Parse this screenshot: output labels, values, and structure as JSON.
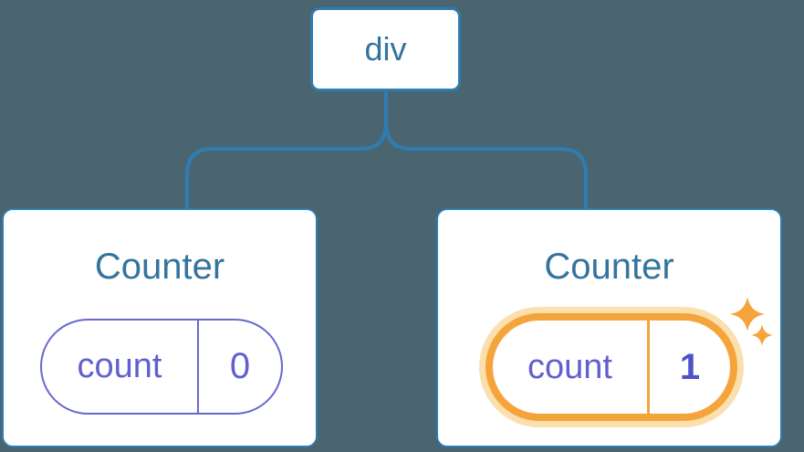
{
  "diagram": {
    "description": "Component tree: a div root with two Counter children, each holding a count state pill; the second Counter's state was just updated",
    "background_color": "#4a656f",
    "root": {
      "label": "div"
    },
    "children": [
      {
        "title": "Counter",
        "state": {
          "key": "count",
          "value": "0"
        },
        "highlighted": false
      },
      {
        "title": "Counter",
        "state": {
          "key": "count",
          "value": "1"
        },
        "highlighted": true
      }
    ],
    "colors": {
      "node_border_blue": "#2e7cb2",
      "node_text_blue": "#35749e",
      "state_purple": "#6767d2",
      "state_value_bold_purple": "#5050c8",
      "highlight_orange": "#f5a43c",
      "highlight_halo": "#fbdfad",
      "card_background": "#ffffff"
    },
    "icons": {
      "highlight": "sparkles-icon"
    }
  }
}
